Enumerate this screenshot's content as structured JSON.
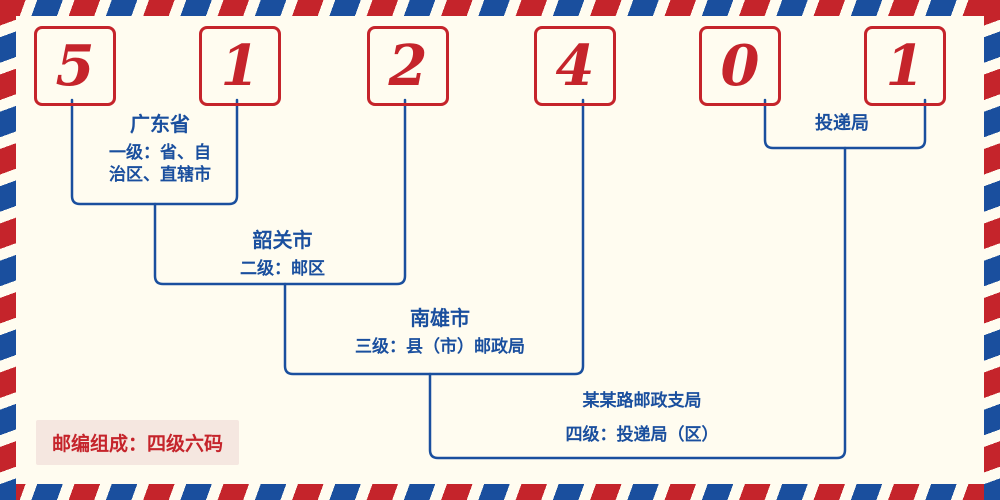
{
  "digits": [
    "5",
    "1",
    "2",
    "4",
    "0",
    "1"
  ],
  "levels": {
    "level1": {
      "name": "广东省",
      "desc1": "一级：省、自",
      "desc2": "治区、直辖市"
    },
    "level2": {
      "name": "韶关市",
      "desc": "二级：邮区"
    },
    "level3": {
      "name": "南雄市",
      "desc": "三级：县（市）邮政局"
    },
    "level4": {
      "name": "某某路邮政支局",
      "desc": "四级：投递局（区）"
    },
    "delivery": {
      "name": "投递局"
    }
  },
  "footer": {
    "text": "邮编组成：四级六码"
  },
  "colors": {
    "digit_red": "#c5242b",
    "line_blue": "#1a4f9e",
    "background_cream": "#fffcf0",
    "footer_badge_bg": "#f5e7e0"
  }
}
